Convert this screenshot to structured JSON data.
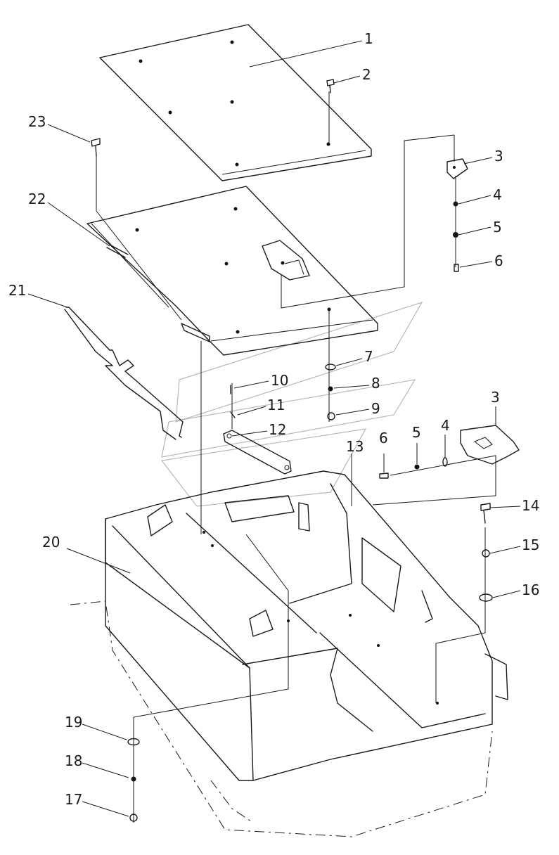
{
  "diagram": {
    "callouts": [
      {
        "label": "1"
      },
      {
        "label": "2"
      },
      {
        "label": "3"
      },
      {
        "label": "4"
      },
      {
        "label": "5"
      },
      {
        "label": "6"
      },
      {
        "label": "23"
      },
      {
        "label": "22"
      },
      {
        "label": "21"
      },
      {
        "label": "7"
      },
      {
        "label": "10"
      },
      {
        "label": "8"
      },
      {
        "label": "11"
      },
      {
        "label": "9"
      },
      {
        "label": "12"
      },
      {
        "label": "13"
      },
      {
        "label": "6"
      },
      {
        "label": "5"
      },
      {
        "label": "4"
      },
      {
        "label": "3"
      },
      {
        "label": "14"
      },
      {
        "label": "15"
      },
      {
        "label": "16"
      },
      {
        "label": "20"
      },
      {
        "label": "19"
      },
      {
        "label": "18"
      },
      {
        "label": "17"
      }
    ]
  }
}
